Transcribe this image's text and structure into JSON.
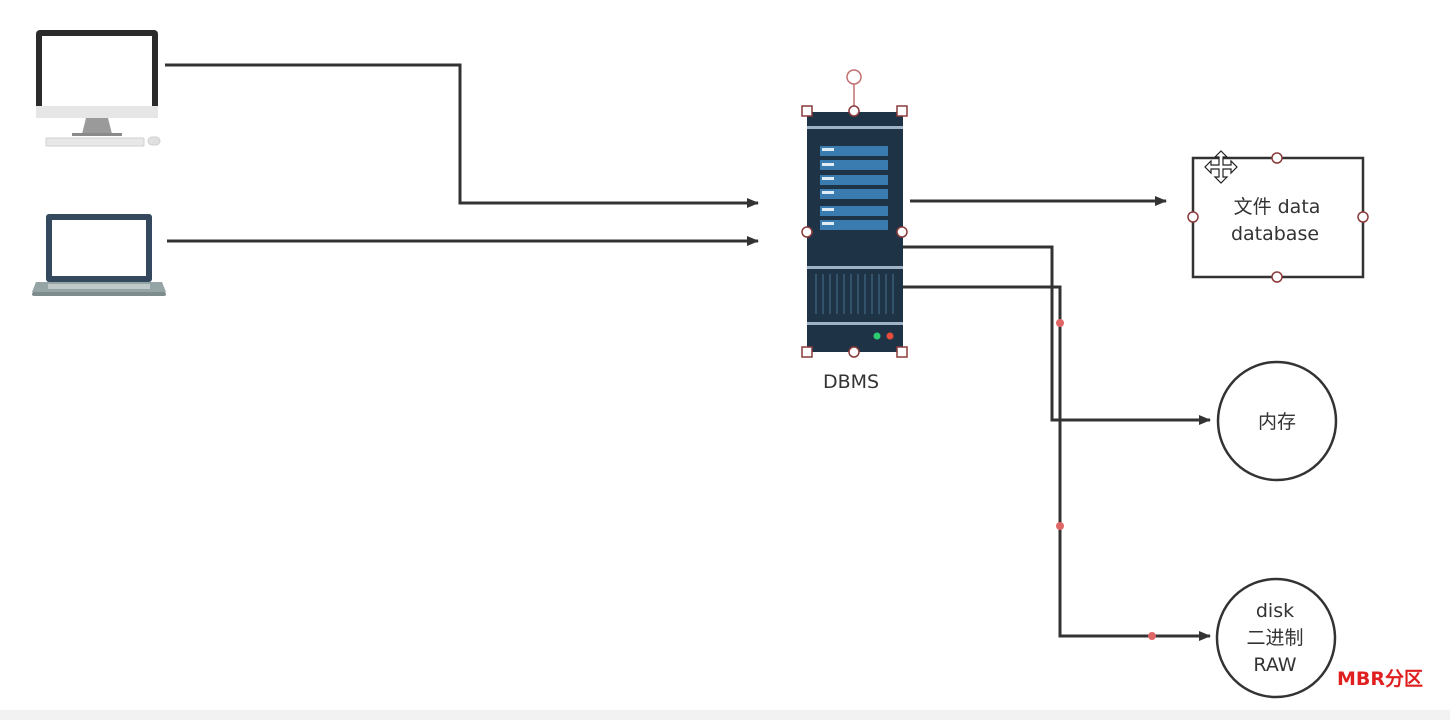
{
  "nodes": {
    "dbms": {
      "label": "DBMS"
    },
    "file_store": {
      "line1": "文件 data",
      "line2": "database"
    },
    "memory": {
      "label": "内存"
    },
    "disk": {
      "line1": "disk",
      "line2": "二进制",
      "line3": "RAW"
    }
  },
  "annotation": {
    "text": "MBR分区",
    "color": "#e02020"
  },
  "colors": {
    "connector": "#333333",
    "selection_handle": "#8b3a3a",
    "waypoint": "#e06666",
    "server_body": "#1e3446",
    "server_slot": "#3a7bb0"
  },
  "icons": [
    "desktop-computer-icon",
    "laptop-icon",
    "server-icon",
    "move-cursor-icon"
  ]
}
